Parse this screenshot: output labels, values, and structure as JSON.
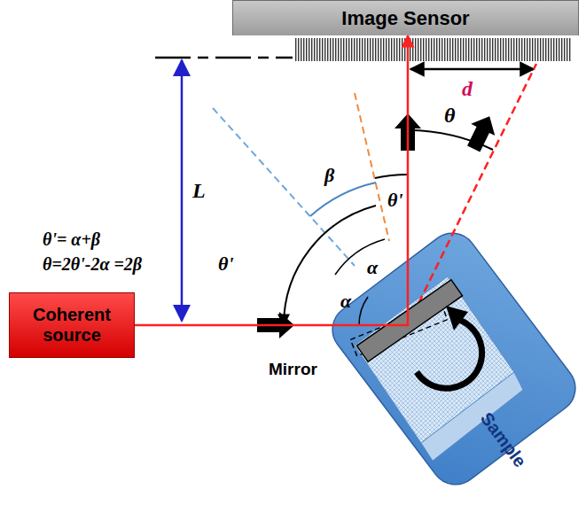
{
  "diagram": {
    "nodes": [
      {
        "text": [
          "Image Sensor"
        ]
      },
      {
        "text": [
          "Coherent source"
        ]
      },
      {
        "text": [
          "Sample"
        ]
      }
    ],
    "edges": [
      {
        "from": 1,
        "to": 0,
        "arrow": "to"
      }
    ],
    "labels": [
      "θ'= α+β",
      "θ=2θ'-2α =2β",
      "L",
      "d",
      "θ",
      "θ'",
      "θ'",
      "β",
      "α",
      "α",
      "Mirror"
    ]
  }
}
